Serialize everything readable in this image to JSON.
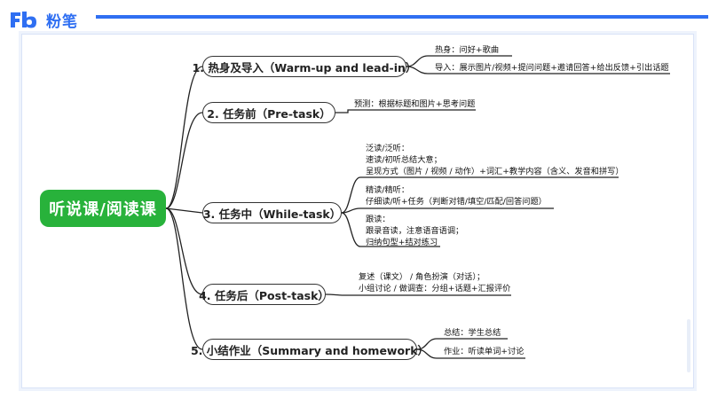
{
  "brand": {
    "name": "粉笔",
    "mark": "Fb",
    "accent": "#2f6ff2"
  },
  "center": {
    "label": "听说课/阅读课",
    "color": "#28b23b"
  },
  "branches": [
    {
      "label": "1. 热身及导入（Warm-up and lead-in）",
      "notes": [
        [
          "热身：问好+歌曲"
        ],
        [
          "导入：展示图片/视频+提问问题+邀请回答+给出反馈+引出话题"
        ]
      ]
    },
    {
      "label": "2. 任务前（Pre-task）",
      "notes": [
        [
          "预测：根据标题和图片+思考问题"
        ]
      ]
    },
    {
      "label": "3. 任务中（While-task）",
      "notes": [
        [
          "泛读/泛听：",
          "速读/初听总结大意；",
          "呈现方式（图片 / 视频 / 动作）+词汇+教学内容（含义、发音和拼写）"
        ],
        [
          "精读/精听：",
          "仔细读/听+任务（判断对错/填空/匹配/回答问题）"
        ],
        [
          "跟读：",
          "跟录音读，注意语音语调；",
          "归纳句型+结对练习"
        ]
      ]
    },
    {
      "label": "4. 任务后（Post-task）",
      "notes": [
        [
          "复述（课文） / 角色扮演（对话）；",
          "小组讨论 / 做调查：分组+话题+汇报评价"
        ]
      ]
    },
    {
      "label": "5. 小结作业（Summary and homework）",
      "notes": [
        [
          "总结：学生总结"
        ],
        [
          "作业：听读单词+讨论"
        ]
      ]
    }
  ]
}
